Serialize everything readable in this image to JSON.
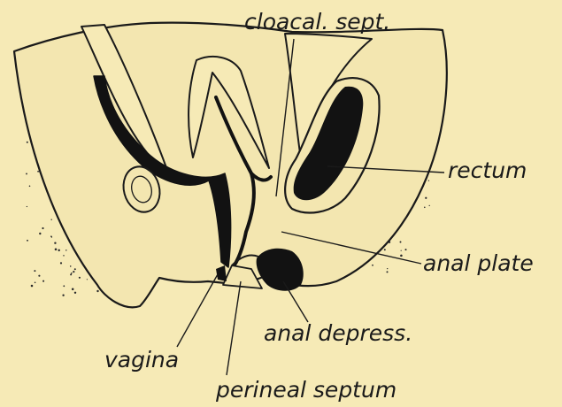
{
  "figure": {
    "background": "#f6eab6",
    "ink": "#1a1a1a",
    "tissue_fill": "#f3e6b0",
    "lumen_fill": "#121212",
    "labels": {
      "cloacal_septum": "cloacal. sept.",
      "rectum": "rectum",
      "anal_plate": "anal plate",
      "anal_depression": "anal depress.",
      "vagina": "vagina",
      "perineal_septum": "perineal septum"
    }
  }
}
